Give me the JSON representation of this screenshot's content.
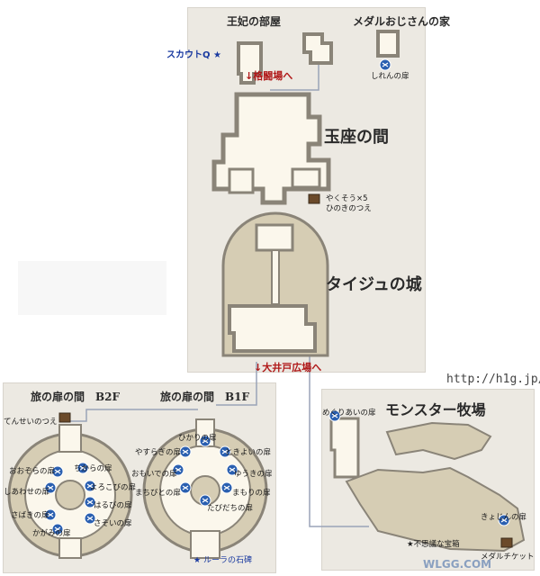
{
  "areas": {
    "queen_room": "王妃の部屋",
    "medal_house": "メダルおじさんの家",
    "throne_room": "玉座の間",
    "taiju_castle": "タイジュの城",
    "monster_farm": "モンスター牧場",
    "tabi_b2f": "旅の扉の間　B2F",
    "tabi_b1f": "旅の扉の間　B1F"
  },
  "exits": {
    "to_arena": "格闘場へ",
    "to_well": "大井戸広場へ"
  },
  "items": {
    "scout_q": "スカウトQ",
    "shiren_door": "しれんの扉",
    "chest_contents_1": "やくそう×5",
    "chest_contents_2": "ひのきのつえ",
    "tensei_staff": "てんせいのつえ",
    "rura_stone": "ルーラの石碑",
    "meguriai_door": "めぐりあいの扉",
    "kyojin_door": "きょじんの扉",
    "fushigi_treasure": "不思議な宝箱",
    "medal_ticket": "メダルチケット"
  },
  "doors_b2f": [
    "おおぞらの扉",
    "ちからの扉",
    "しあわせの扉",
    "よろこびの扉",
    "はるびの扉",
    "さばきの扉",
    "さそいの扉",
    "かがみの扉"
  ],
  "doors_b1f": [
    "ひかりの扉",
    "やすらぎの扉",
    "ときよいの扉",
    "おもいでの扉",
    "ゆうきの扉",
    "まちびとの扉",
    "まもりの扉",
    "たびだちの扉"
  ],
  "watermark": "http://h1g.jp/",
  "logo": "WLGG.COM",
  "colors": {
    "panel": "#ece9e2",
    "wall": "#8a8478",
    "floor": "#fbf7ec",
    "plaza": "#d6cdb4",
    "door_icon": "#2a5fb0",
    "exit_text": "#b01818",
    "path_line": "#9aa4b8"
  }
}
